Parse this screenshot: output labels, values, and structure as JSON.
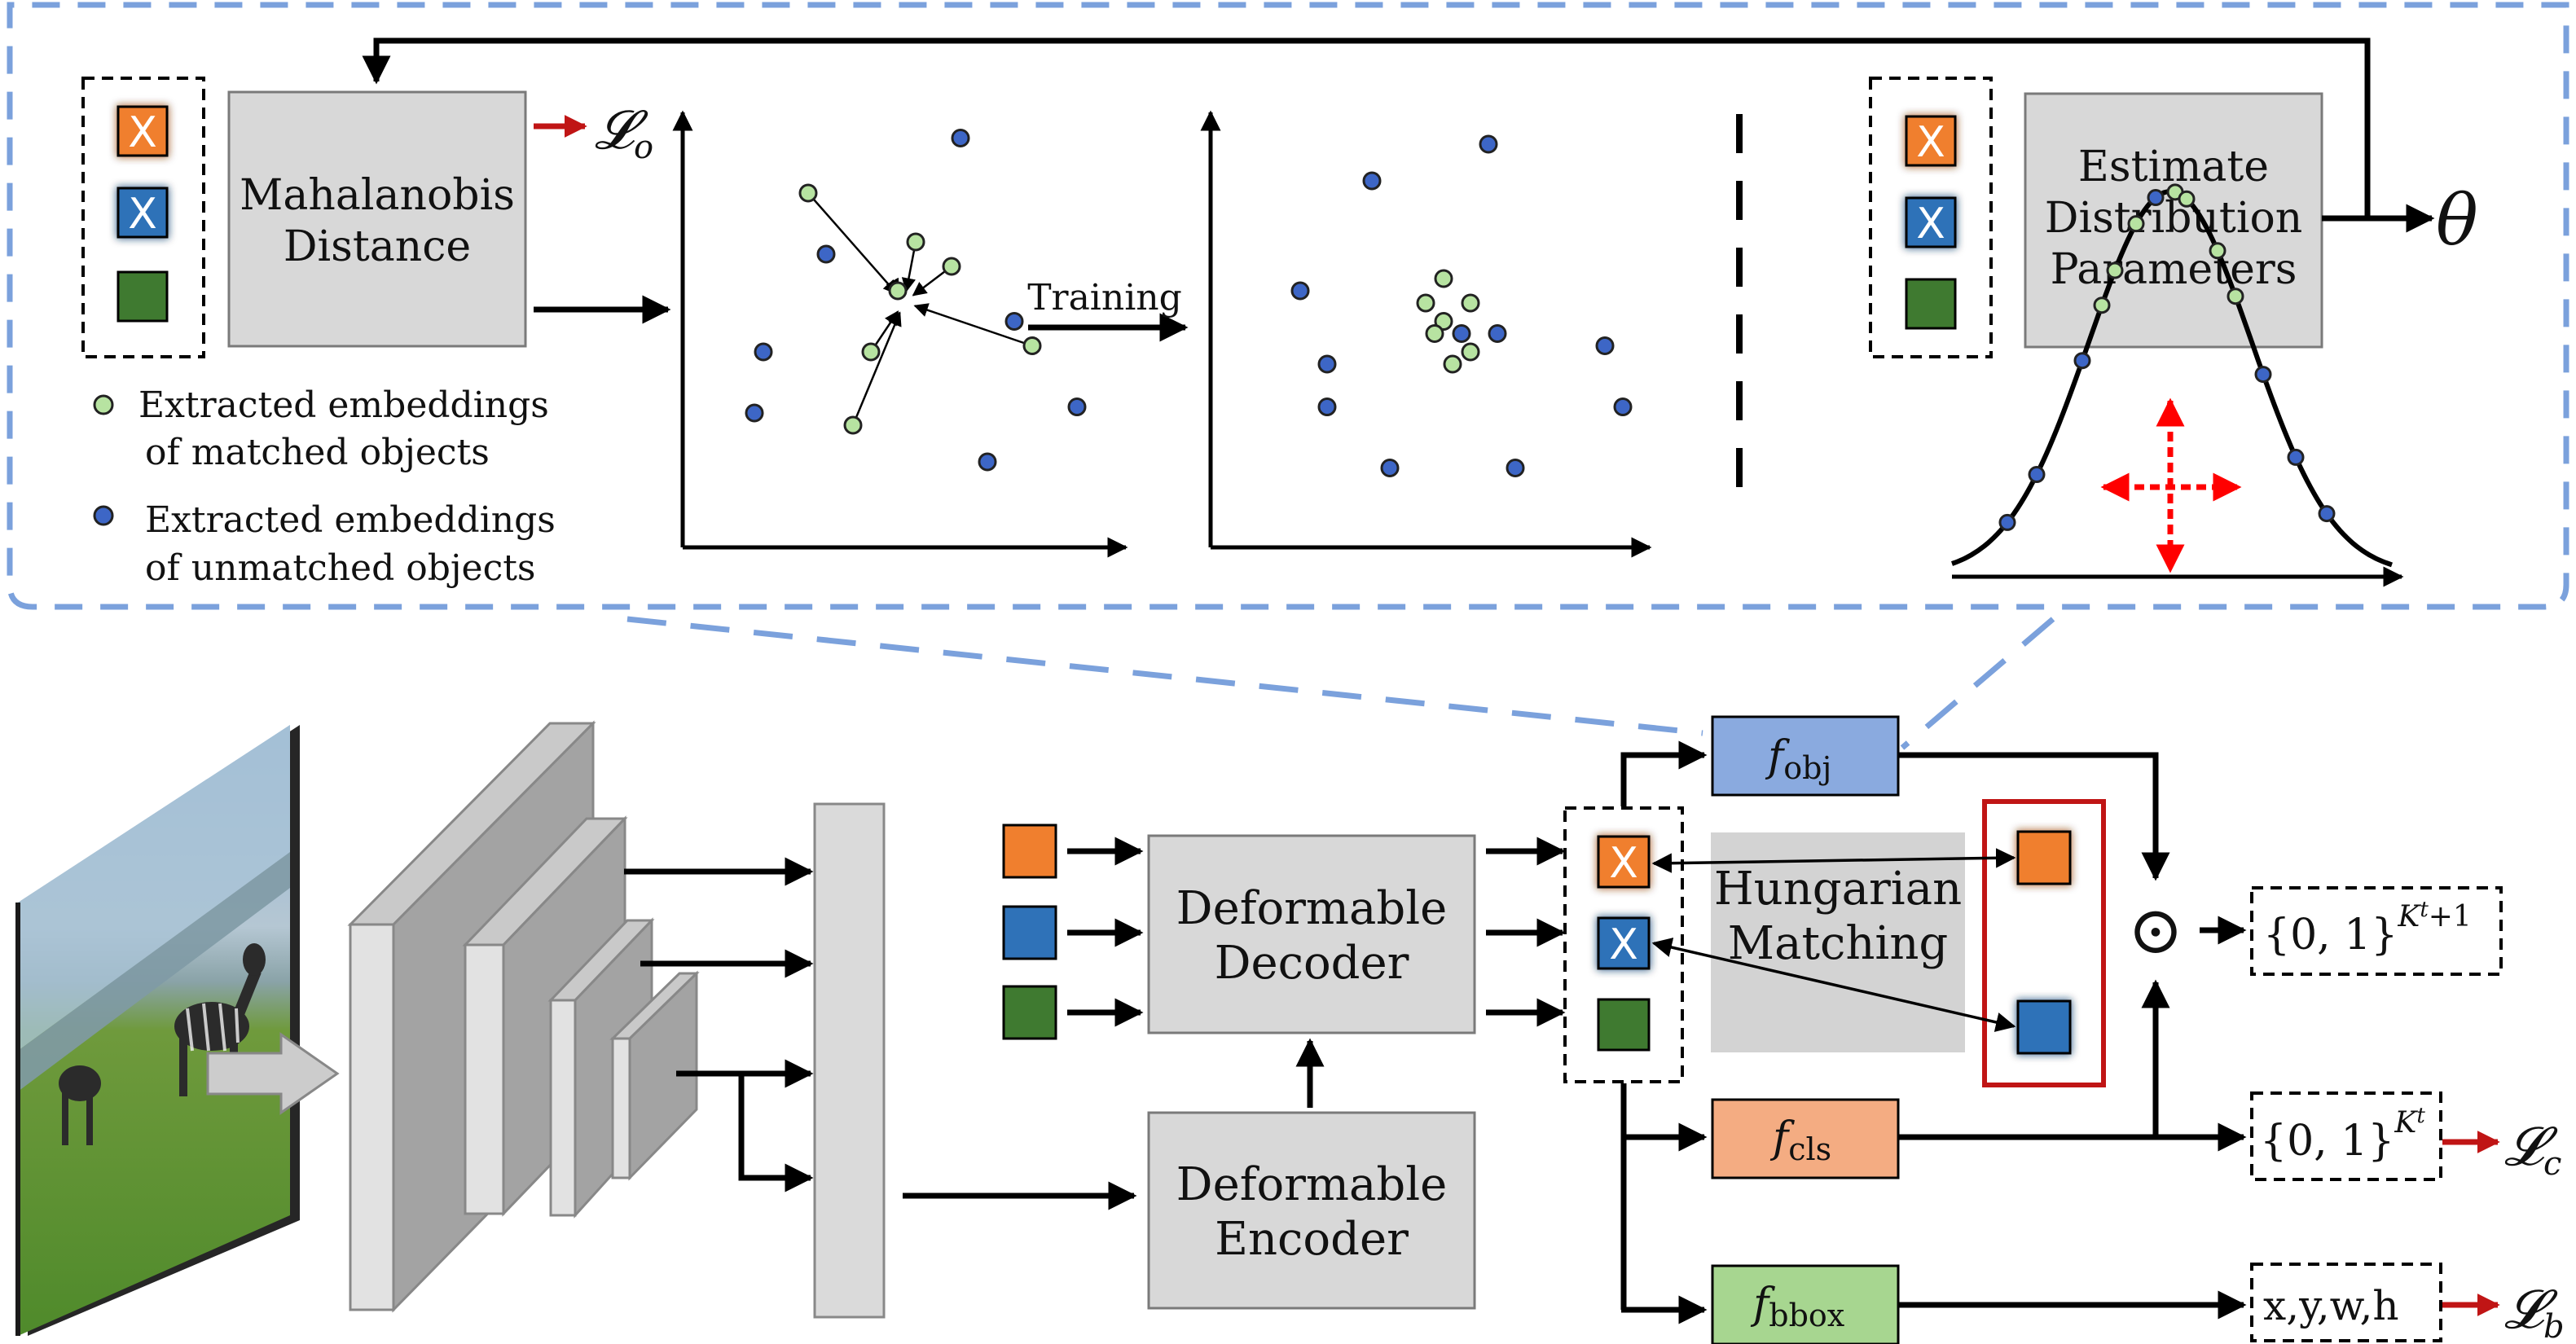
{
  "top_panel": {
    "mahalanobis_label_1": "Mahalanobis",
    "mahalanobis_label_2": "Distance",
    "loss_o_main": "𝓛",
    "loss_o_sub": "o",
    "training_label": "Training",
    "estimate_label_1": "Estimate",
    "estimate_label_2": "Distribution",
    "estimate_label_3": "Parameters",
    "theta": "θ",
    "legend": {
      "matched_1": "Extracted embeddings",
      "matched_2": "of matched objects",
      "unmatched_1": "Extracted embeddings",
      "unmatched_2": "of unmatched objects"
    },
    "query_x_label": "X"
  },
  "bottom_panel": {
    "decoder_label_1": "Deformable",
    "decoder_label_2": "Decoder",
    "encoder_label_1": "Deformable",
    "encoder_label_2": "Encoder",
    "hungarian_label_1": "Hungarian",
    "hungarian_label_2": "Matching",
    "f_obj": "f",
    "f_obj_sub": "obj",
    "f_cls": "f",
    "f_cls_sub": "cls",
    "f_bbox": "f",
    "f_bbox_sub": "bbox",
    "odot": "⊙",
    "out_obj_set": "{0, 1}",
    "out_obj_sup": "K",
    "out_obj_sup2": "t",
    "out_obj_sup3": "+1",
    "out_cls_set": "{0, 1}",
    "out_cls_sup": "K",
    "out_cls_sup2": "t",
    "out_bbox": "x,y,w,h",
    "loss_c_main": "𝓛",
    "loss_c_sub": "c",
    "loss_b_main": "𝓛",
    "loss_b_sub": "b"
  },
  "colors": {
    "orange": "#f07f2e",
    "blue": "#2f72b8",
    "green": "#3f7a30",
    "glow": "#8ee04a",
    "matched_dot": "#b7e3a1",
    "unmatched_dot": "#3d66c6",
    "dash_blue": "#7ba1dc",
    "gray_box": "#d8d8d8",
    "f_obj_fill": "#8aaadf",
    "f_cls_fill": "#f4ac82",
    "f_bbox_fill": "#a7d690",
    "red_arrow": "#c01515",
    "red_box": "#c01515"
  },
  "chart_data": [
    {
      "type": "scatter",
      "title": "",
      "series": [
        {
          "name": "Extracted embeddings of matched objects",
          "x": [
            1.4,
            2.1,
            3.0,
            2.6,
            1.9,
            2.4,
            3.9
          ],
          "y": [
            5.8,
            3.2,
            4.6,
            5.0,
            2.0,
            4.2,
            3.3
          ]
        },
        {
          "name": "Extracted embeddings of unmatched objects",
          "x": [
            3.1,
            1.6,
            0.9,
            0.8,
            3.7,
            4.4,
            3.4
          ],
          "y": [
            6.7,
            4.8,
            3.2,
            2.2,
            3.7,
            2.3,
            1.4
          ]
        }
      ]
    },
    {
      "type": "scatter",
      "title": "",
      "series": [
        {
          "name": "Extracted embeddings of matched objects",
          "x": [
            2.6,
            2.4,
            2.6,
            2.9,
            2.5,
            2.9,
            2.7
          ],
          "y": [
            4.4,
            4.0,
            3.7,
            4.0,
            3.5,
            3.2,
            3.0
          ]
        },
        {
          "name": "Extracted embeddings of unmatched objects",
          "x": [
            1.8,
            3.1,
            1.0,
            2.8,
            3.2,
            4.4,
            1.3,
            1.3,
            4.6,
            2.0,
            3.4
          ],
          "y": [
            6.0,
            6.6,
            4.2,
            3.5,
            3.5,
            3.3,
            3.0,
            2.3,
            2.3,
            1.3,
            1.3
          ]
        }
      ]
    }
  ]
}
